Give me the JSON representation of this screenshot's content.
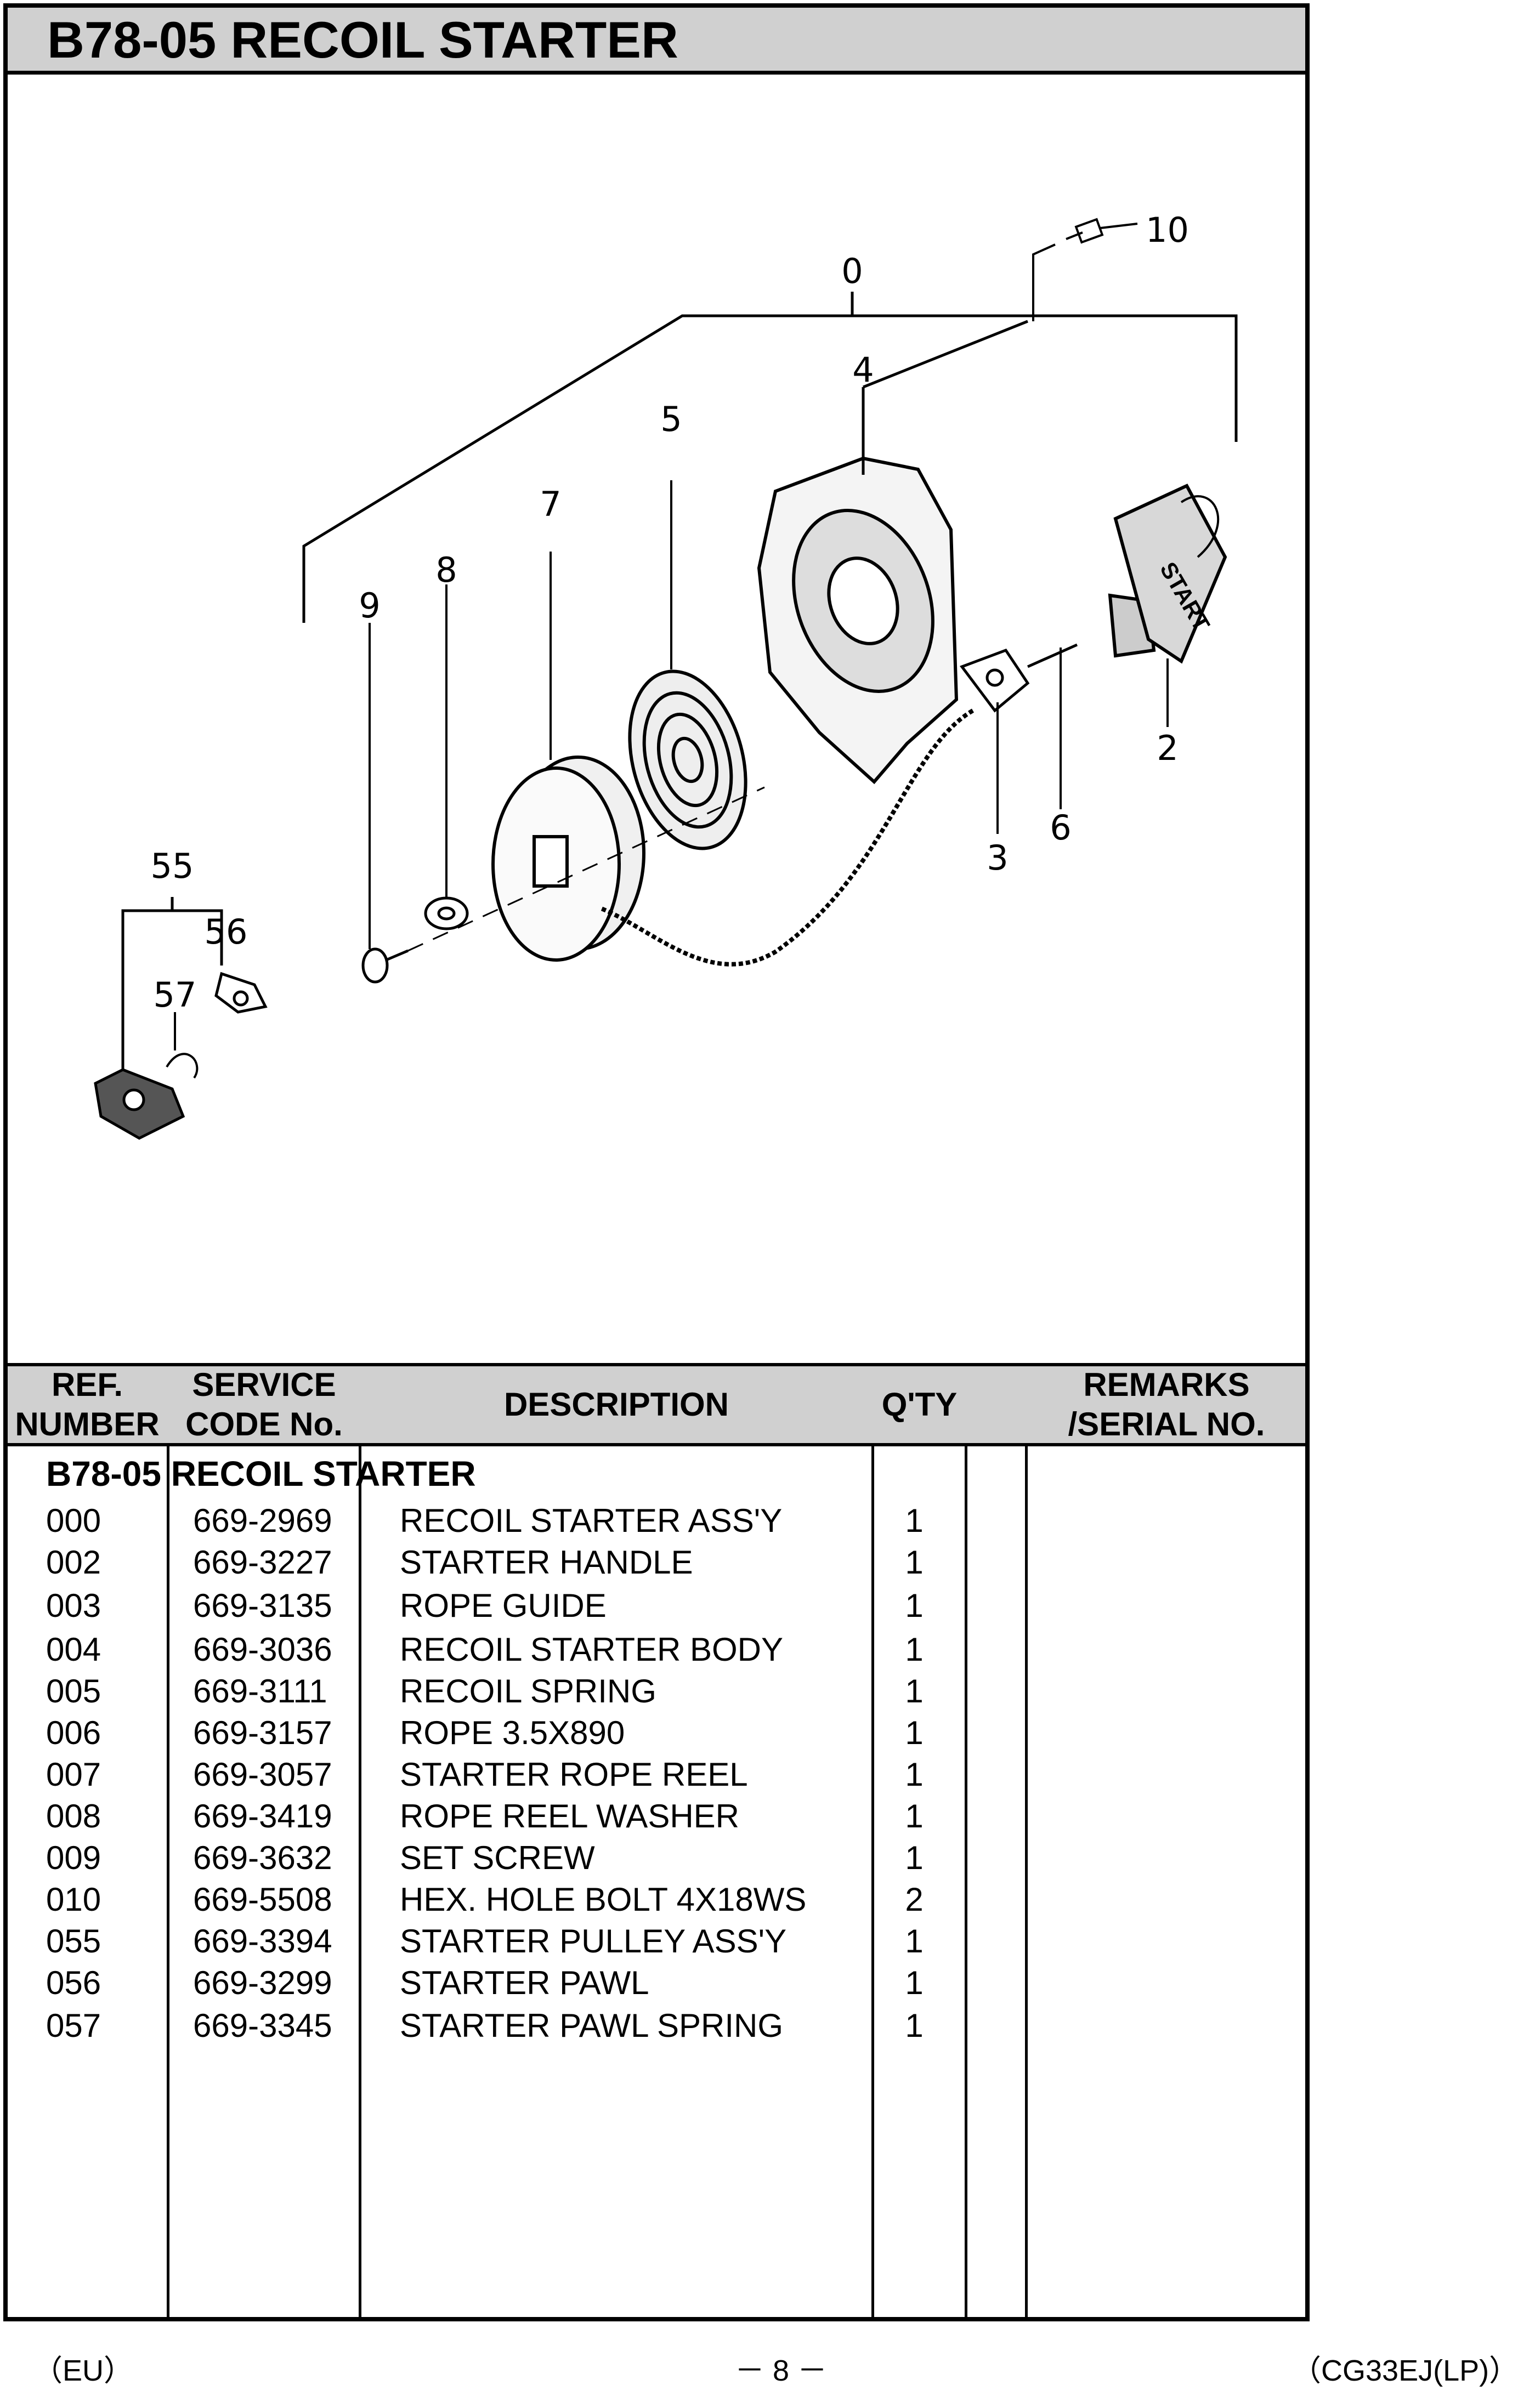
{
  "title": "B78-05 RECOIL STARTER",
  "diagram_labels": {
    "l0": "0",
    "l2": "2",
    "l3": "3",
    "l4": "4",
    "l5": "5",
    "l6": "6",
    "l7": "7",
    "l8": "8",
    "l9": "9",
    "l10": "10",
    "l55": "55",
    "l56": "56",
    "l57": "57",
    "handle_text": "START"
  },
  "table": {
    "headers": {
      "ref": "REF.\nNUMBER",
      "code": "SERVICE\nCODE No.",
      "desc": "DESCRIPTION",
      "qty": "Q'TY",
      "blank": "",
      "remarks": "REMARKS\n/SERIAL NO."
    },
    "section_title": "B78-05 RECOIL STARTER",
    "rows": [
      {
        "ref": "000",
        "code": "669-2969",
        "desc": "RECOIL STARTER ASS'Y",
        "qty": "1"
      },
      {
        "ref": "002",
        "code": "669-3227",
        "desc": "STARTER HANDLE",
        "qty": "1"
      },
      {
        "ref": "003",
        "code": "669-3135",
        "desc": "ROPE GUIDE",
        "qty": "1"
      },
      {
        "ref": "004",
        "code": "669-3036",
        "desc": "RECOIL STARTER BODY",
        "qty": "1"
      },
      {
        "ref": "005",
        "code": "669-3111",
        "desc": "RECOIL SPRING",
        "qty": "1"
      },
      {
        "ref": "006",
        "code": "669-3157",
        "desc": "ROPE 3.5X890",
        "qty": "1"
      },
      {
        "ref": "007",
        "code": "669-3057",
        "desc": "STARTER ROPE REEL",
        "qty": "1"
      },
      {
        "ref": "008",
        "code": "669-3419",
        "desc": "ROPE REEL WASHER",
        "qty": "1"
      },
      {
        "ref": "009",
        "code": "669-3632",
        "desc": "SET SCREW",
        "qty": "1"
      },
      {
        "ref": "010",
        "code": "669-5508",
        "desc": "HEX. HOLE BOLT 4X18WS",
        "qty": "2"
      },
      {
        "ref": "055",
        "code": "669-3394",
        "desc": "STARTER PULLEY ASS'Y",
        "qty": "1"
      },
      {
        "ref": "056",
        "code": "669-3299",
        "desc": "STARTER PAWL",
        "qty": "1"
      },
      {
        "ref": "057",
        "code": "669-3345",
        "desc": "STARTER PAWL SPRING",
        "qty": "1"
      }
    ]
  },
  "footer": {
    "left": "（EU）",
    "center": "－ 8 －",
    "right": "（CG33EJ(LP)）"
  }
}
